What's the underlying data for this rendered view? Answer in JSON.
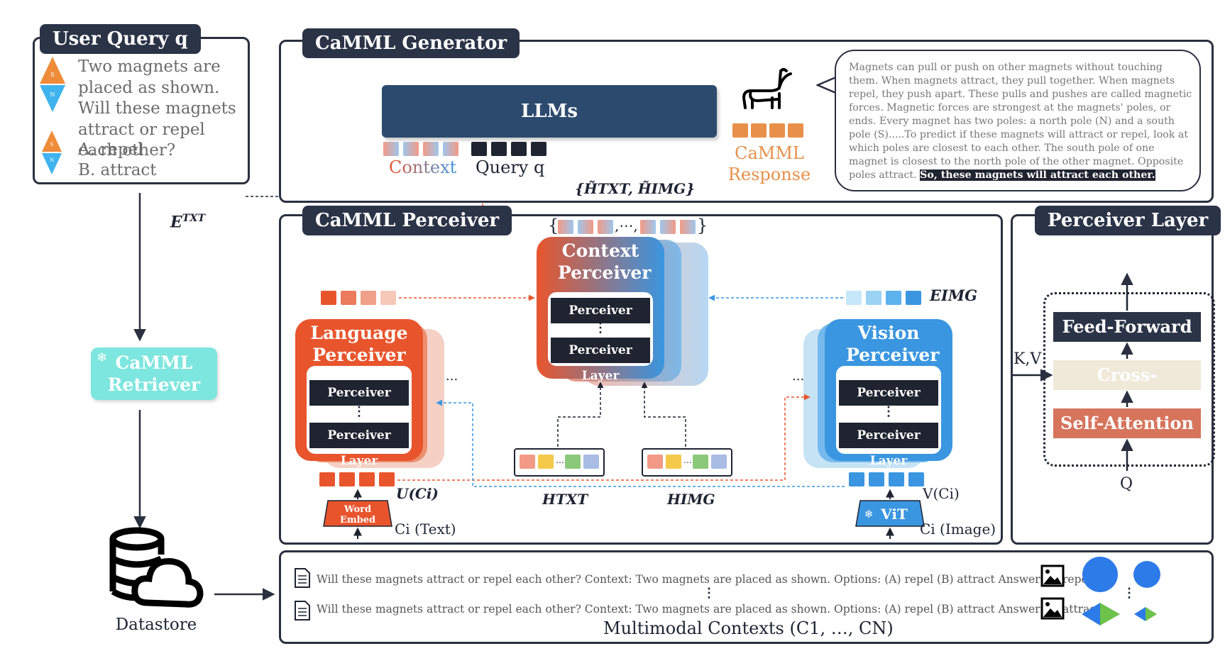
{
  "user_query": {
    "tab": "User Query q",
    "question": "Two magnets are placed as shown. Will these magnets attract or repel each other?",
    "option_a": "A. repel",
    "option_b": "B. attract",
    "magnet_north": "N",
    "magnet_south": "S"
  },
  "generator": {
    "tab": "CaMML Generator",
    "llm_label": "LLMs",
    "context_label": "Context",
    "query_label": "Query q",
    "response_label_1": "CaMML",
    "response_label_2": "Response",
    "response_text": "Magnets can pull or push on other magnets without touching them. When magnets attract, they pull together. When magnets repel, they push apart. These pulls and pushes are called magnetic forces. Magnetic forces are strongest at the magnets' poles, or ends. Every magnet has two poles: a north pole (N) and a south pole (S).....To predict if these magnets will attract or repel, look at which poles are closest to each other. The south pole of one magnet is closest to the north pole of the other magnet. Opposite poles attract.",
    "response_highlight": "So, these magnets will attract each other.",
    "h_tilde_label": "{H̃TXT, H̃IMG}"
  },
  "left": {
    "etxt_label": "ETXT",
    "retriever_label": "CaMML Retriever",
    "datastore_label": "Datastore"
  },
  "perceiver": {
    "tab": "CaMML Perceiver",
    "context_title": "Context Perceiver",
    "language_title": "Language Perceiver",
    "vision_title": "Vision Perceiver",
    "layer_label": "Perceiver Layer",
    "eimg_label": "EIMG",
    "u_label": "U(Ci)",
    "v_label": "V(Ci)",
    "htxt_label": "HTXT",
    "himg_label": "HIMG",
    "word_embed_1": "Word",
    "word_embed_2": "Embed",
    "vit_label": "ViT",
    "ci_text": "Ci (Text)",
    "ci_image": "Ci (Image)",
    "set_label_open": "{",
    "set_label_dots": ",⋯,",
    "set_label_close": "}",
    "ellipsis": "..."
  },
  "perceiver_layer": {
    "tab": "Perceiver Layer",
    "feed_forward": "Feed-Forward",
    "cross_attention": "Cross-Attention",
    "self_attention": "Self-Attention",
    "kv_label": "K,V",
    "q_label": "Q"
  },
  "contexts": {
    "line_1": "Will these magnets attract or repel each other? Context: Two magnets are placed as shown. Options: (A) repel (B) attract Answer: B. repel",
    "line_2": "Will these magnets attract or repel each other? Context: Two magnets are placed as shown. Options: (A) repel (B) attract Answer: B. attract",
    "caption": "Multimodal Contexts (C1, …, CN)"
  },
  "colors": {
    "dark_navy": "#2b3347",
    "llm_blue": "#2c4a6e",
    "orange": "#e8552d",
    "blue": "#3a96e0",
    "cyan": "#7de6de",
    "response_orange": "#e8904a"
  }
}
